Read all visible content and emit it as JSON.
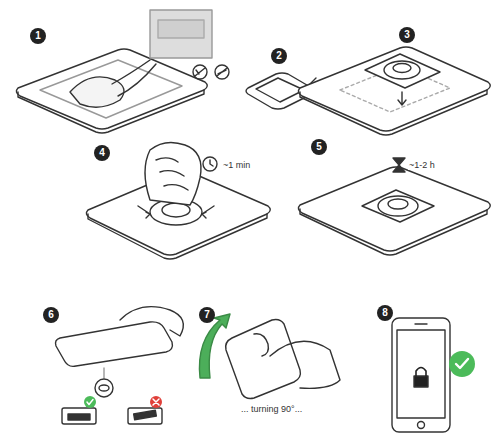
{
  "diagram": {
    "nodes": [
      {
        "text": [
          "1"
        ]
      },
      {
        "text": [
          "2"
        ]
      },
      {
        "text": [
          "3"
        ]
      },
      {
        "text": [
          "4"
        ]
      },
      {
        "text": [
          "5"
        ]
      },
      {
        "text": [
          "6"
        ]
      },
      {
        "text": [
          "7"
        ]
      },
      {
        "text": [
          "8"
        ]
      }
    ],
    "labels": [
      "~1 min",
      "~1-2 h",
      "... turning 90°..."
    ]
  }
}
